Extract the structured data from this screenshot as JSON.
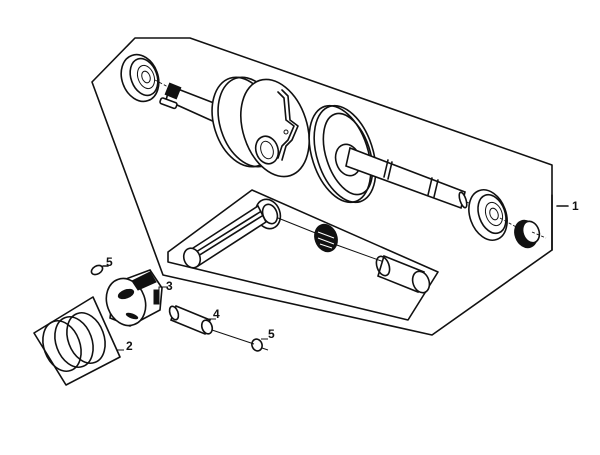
{
  "diagram": {
    "type": "exploded-parts-diagram",
    "background": "#ffffff",
    "line_color": "#111111",
    "callouts": [
      {
        "id": "1",
        "label": "1",
        "part": "crankshaft-assembly"
      },
      {
        "id": "2",
        "label": "2",
        "part": "piston-ring-set"
      },
      {
        "id": "3",
        "label": "3",
        "part": "piston"
      },
      {
        "id": "4",
        "label": "4",
        "part": "piston-pin"
      },
      {
        "id": "5a",
        "label": "5",
        "part": "piston-pin-clip-left"
      },
      {
        "id": "5b",
        "label": "5",
        "part": "piston-pin-clip-right"
      }
    ]
  }
}
